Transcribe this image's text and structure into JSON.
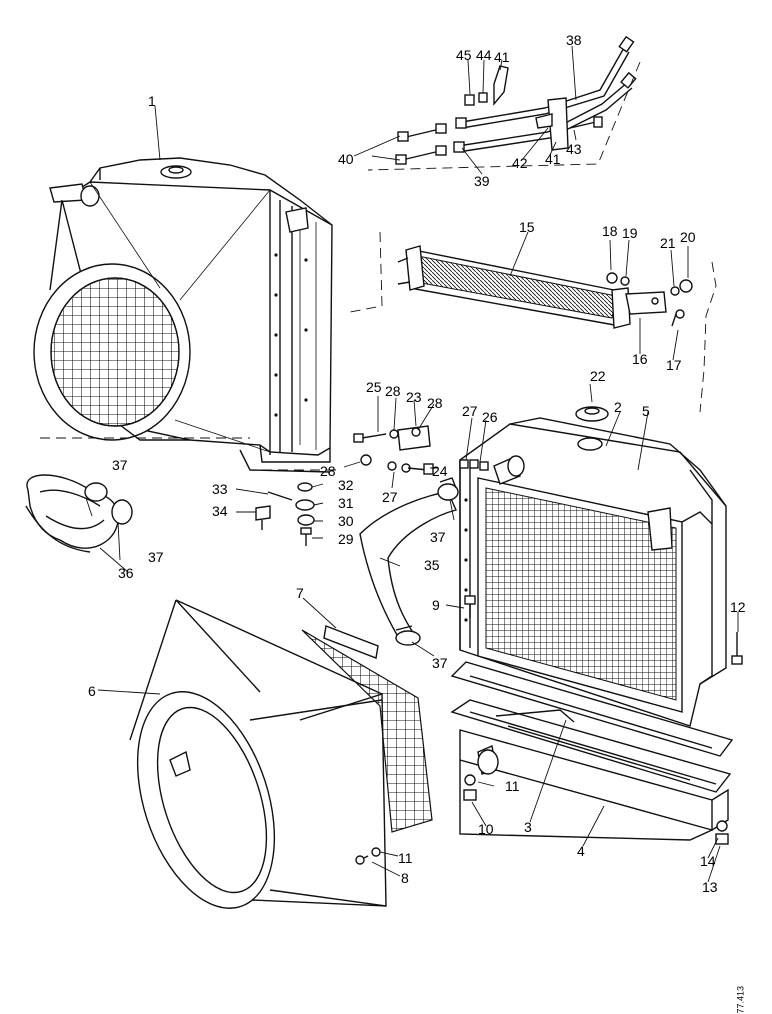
{
  "figure_ref": "77.413",
  "callouts": [
    "1",
    "2",
    "3",
    "4",
    "5",
    "6",
    "7",
    "8",
    "9",
    "10",
    "11",
    "12",
    "13",
    "14",
    "15",
    "16",
    "17",
    "18",
    "19",
    "20",
    "21",
    "22",
    "23",
    "24",
    "25",
    "26",
    "27",
    "28",
    "29",
    "30",
    "31",
    "32",
    "33",
    "34",
    "35",
    "36",
    "37",
    "38",
    "39",
    "40",
    "41",
    "42",
    "43",
    "44",
    "45"
  ]
}
